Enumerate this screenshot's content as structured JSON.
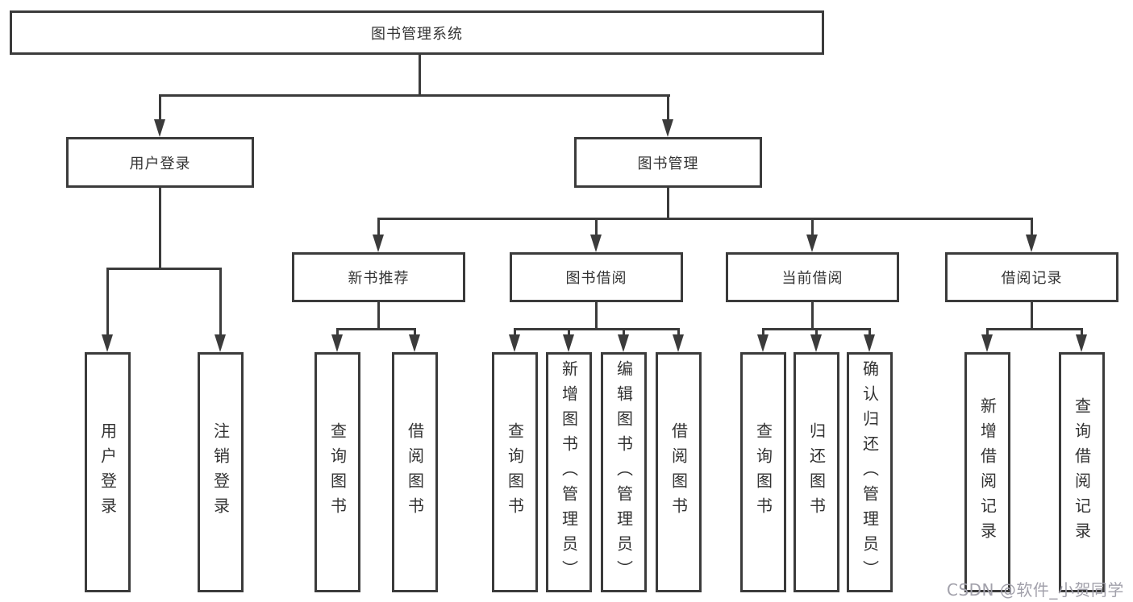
{
  "tree": {
    "root": {
      "label": "图书管理系统"
    },
    "level2": [
      {
        "label": "用户登录",
        "children": [
          {
            "label": "用户登录"
          },
          {
            "label": "注销登录"
          }
        ]
      },
      {
        "label": "图书管理",
        "children": [
          {
            "label": "新书推荐",
            "children": [
              {
                "label": "查询图书"
              },
              {
                "label": "借阅图书"
              }
            ]
          },
          {
            "label": "图书借阅",
            "children": [
              {
                "label": "查询图书"
              },
              {
                "label": "新增图书（管理员）"
              },
              {
                "label": "编辑图书（管理员）"
              },
              {
                "label": "借阅图书"
              }
            ]
          },
          {
            "label": "当前借阅",
            "children": [
              {
                "label": "查询图书"
              },
              {
                "label": "归还图书"
              },
              {
                "label": "确认归还（管理员）"
              }
            ]
          },
          {
            "label": "借阅记录",
            "children": [
              {
                "label": "新增借阅记录"
              },
              {
                "label": "查询借阅记录"
              }
            ]
          }
        ]
      }
    ]
  },
  "watermark": {
    "text": "CSDN @软件_小贺同学"
  },
  "colors": {
    "line": "#3b3b3b",
    "box_border": "#3b3b3b",
    "box_bg": "#ffffff",
    "text": "#333333",
    "watermark": "#a2a1ab"
  }
}
